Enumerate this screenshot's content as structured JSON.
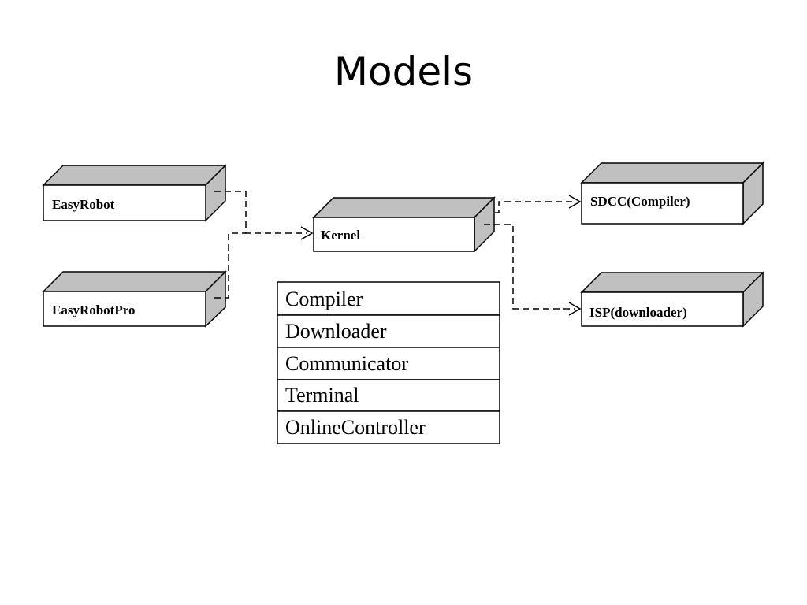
{
  "slide": {
    "title": "Models"
  },
  "nodes": {
    "easyrobot": "EasyRobot",
    "easyrobotpro": "EasyRobotPro",
    "kernel": "Kernel",
    "sdcc": "SDCC(Compiler)",
    "isp": "ISP(downloader)"
  },
  "kernel_parts": [
    "Compiler",
    "Downloader",
    "Communicator",
    "Terminal",
    "OnlineController"
  ]
}
